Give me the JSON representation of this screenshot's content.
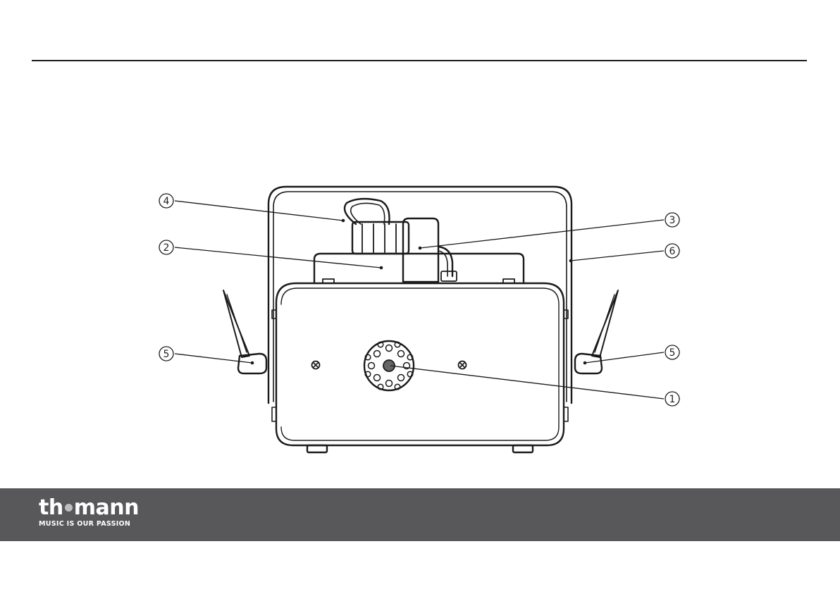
{
  "callouts": [
    {
      "id": "1",
      "label": "1"
    },
    {
      "id": "2",
      "label": "2"
    },
    {
      "id": "3",
      "label": "3"
    },
    {
      "id": "4",
      "label": "4"
    },
    {
      "id": "5a",
      "label": "5"
    },
    {
      "id": "5b",
      "label": "5"
    },
    {
      "id": "6",
      "label": "6"
    }
  ],
  "footer": {
    "brand_left": "th",
    "brand_right": "mann",
    "tagline": "MUSIC IS OUR PASSION",
    "background_color": "#58585a"
  }
}
